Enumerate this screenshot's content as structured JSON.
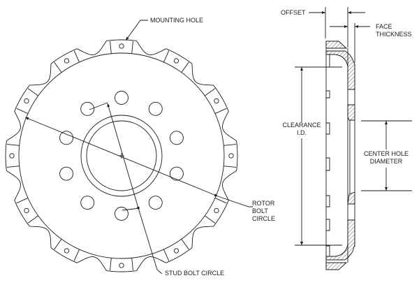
{
  "labels": {
    "mounting_hole": "MOUNTING HOLE",
    "rotor_bolt_circle": [
      "ROTOR",
      "BOLT",
      "CIRCLE"
    ],
    "stud_bolt_circle": "STUD BOLT CIRCLE",
    "offset": "OFFSET",
    "face_thickness": [
      "FACE",
      "THICKNESS"
    ],
    "clearance_id": [
      "CLEARANCE",
      "I.D."
    ],
    "center_hole_diameter": [
      "CENTER HOLE",
      "DIAMETER"
    ]
  },
  "drawing": {
    "mounting_hole_count": 12,
    "stud_hole_count": 10,
    "line_color": "#1a1a1a"
  }
}
